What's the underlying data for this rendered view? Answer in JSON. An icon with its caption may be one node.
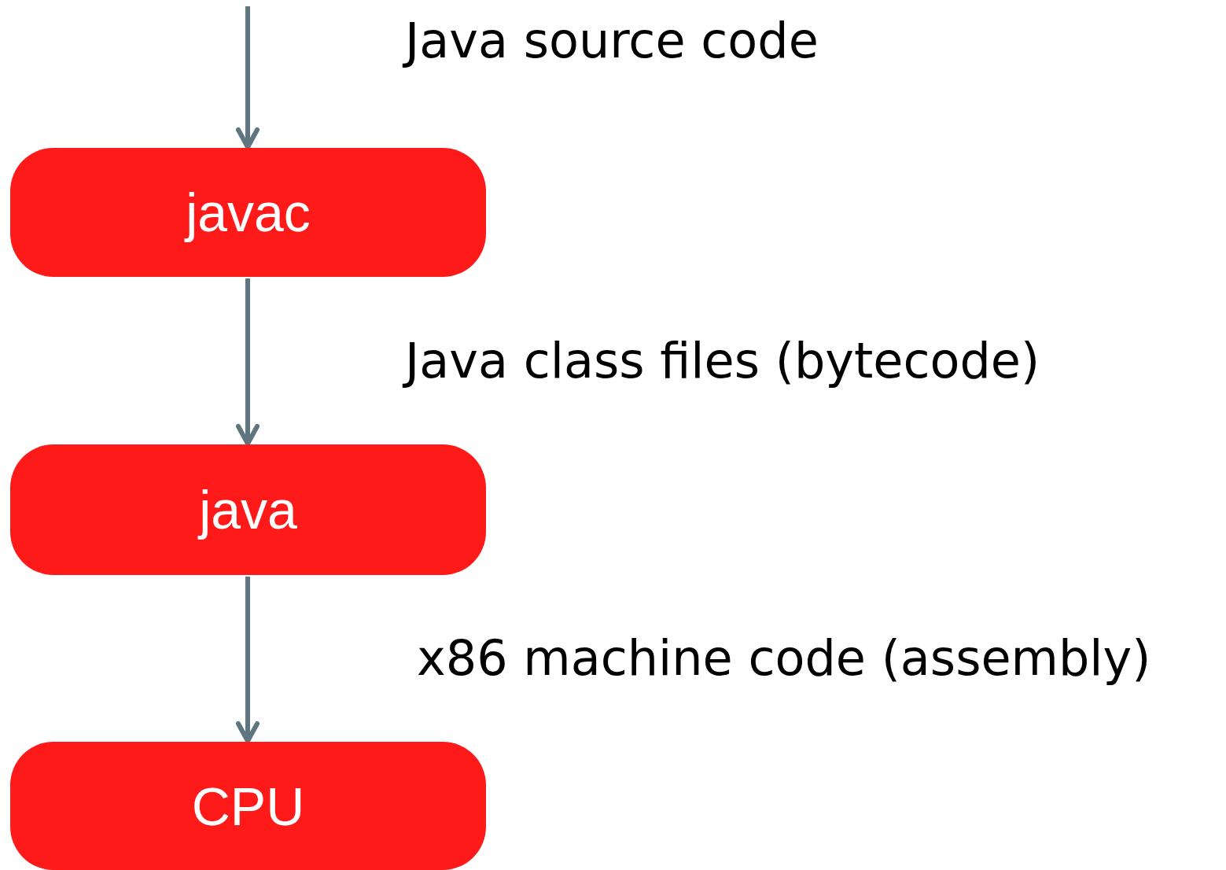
{
  "diagram": {
    "nodes": [
      {
        "text": [
          "javac"
        ]
      },
      {
        "text": [
          "java"
        ]
      },
      {
        "text": [
          "CPU"
        ]
      }
    ],
    "edges": [
      {
        "from": null,
        "to": 0,
        "arrow": "to",
        "label": "Java source code"
      },
      {
        "from": 0,
        "to": 1,
        "arrow": "to",
        "label": "Java class files (bytecode)"
      },
      {
        "from": 1,
        "to": 2,
        "arrow": "to",
        "label": "x86 machine code (assembly)"
      }
    ]
  }
}
